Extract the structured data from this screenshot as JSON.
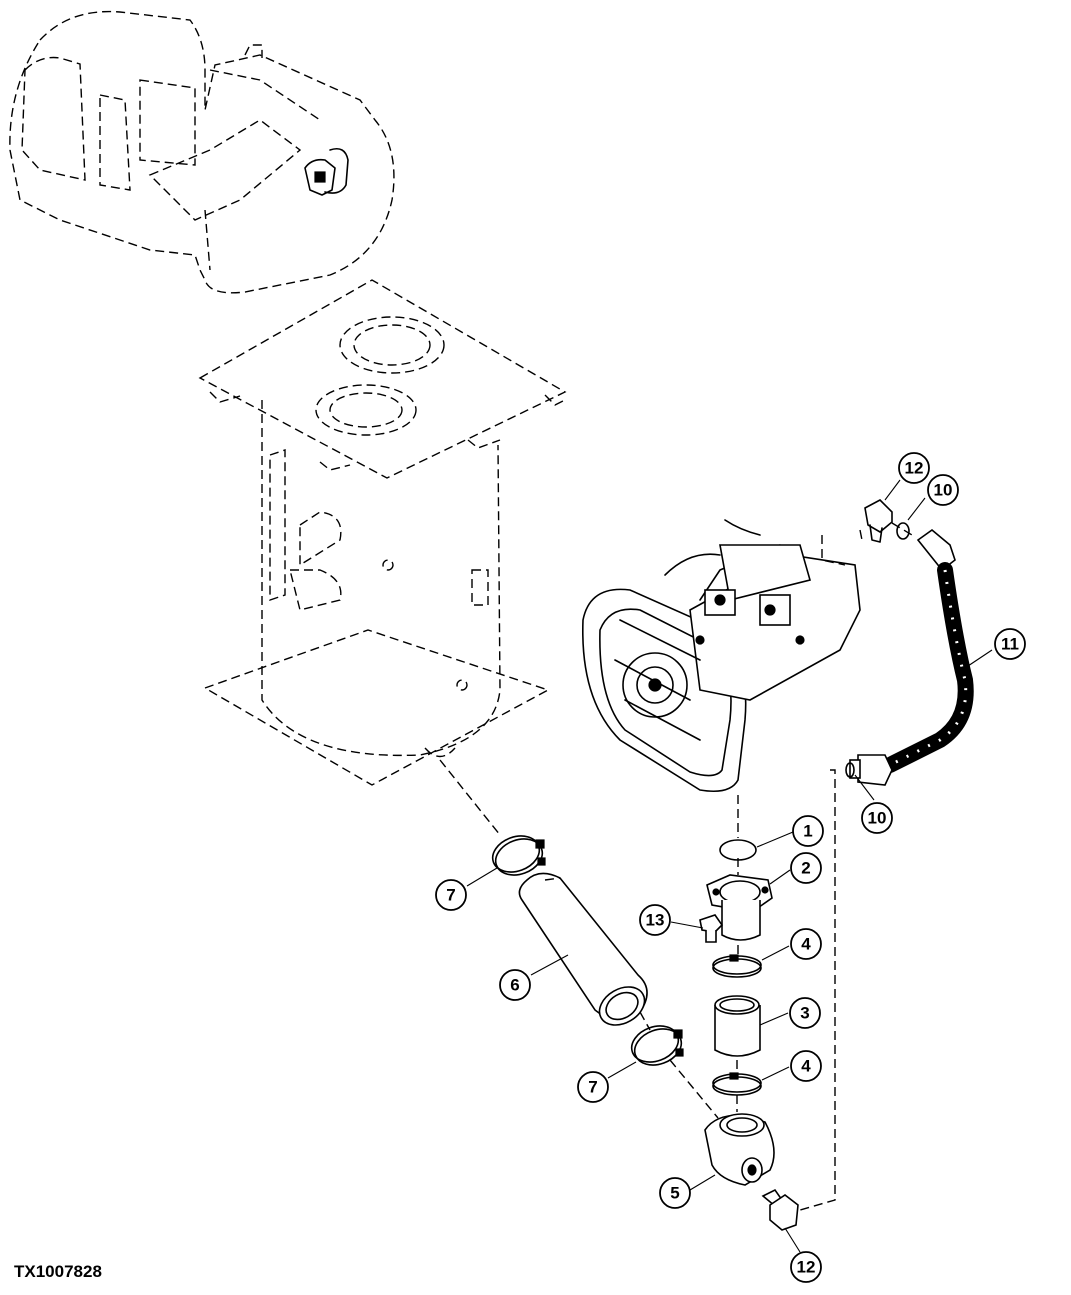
{
  "figure": {
    "id": "TX1007828"
  },
  "callouts": [
    {
      "number": "1"
    },
    {
      "number": "2"
    },
    {
      "number": "3"
    },
    {
      "number": "4"
    },
    {
      "number": "4"
    },
    {
      "number": "5"
    },
    {
      "number": "6"
    },
    {
      "number": "7"
    },
    {
      "number": "7"
    },
    {
      "number": "10"
    },
    {
      "number": "10"
    },
    {
      "number": "11"
    },
    {
      "number": "12"
    },
    {
      "number": "12"
    },
    {
      "number": "13"
    }
  ]
}
